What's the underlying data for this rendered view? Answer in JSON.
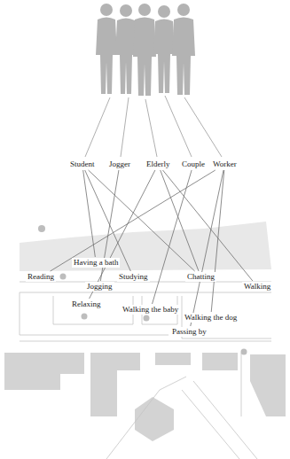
{
  "diagram": {
    "nodes": [
      {
        "text": [
          "Student"
        ]
      },
      {
        "text": [
          "Jogger"
        ]
      },
      {
        "text": [
          "Elderly"
        ]
      },
      {
        "text": [
          "Couple"
        ]
      },
      {
        "text": [
          "Worker"
        ]
      },
      {
        "text": [
          "Having a bath"
        ]
      },
      {
        "text": [
          "Reading"
        ]
      },
      {
        "text": [
          "Studying"
        ]
      },
      {
        "text": [
          "Chatting"
        ]
      },
      {
        "text": [
          "Jogging"
        ]
      },
      {
        "text": [
          "Walking"
        ]
      },
      {
        "text": [
          "Relaxing"
        ]
      },
      {
        "text": [
          "Walking the baby"
        ]
      },
      {
        "text": [
          "Walking the dog"
        ]
      },
      {
        "text": [
          "Passing by"
        ]
      }
    ],
    "edges": [
      {
        "from": 0,
        "to": 5,
        "arrow": "none"
      },
      {
        "from": 0,
        "to": 7,
        "arrow": "none"
      },
      {
        "from": 0,
        "to": 8,
        "arrow": "none"
      },
      {
        "from": 1,
        "to": 9,
        "arrow": "none"
      },
      {
        "from": 2,
        "to": 11,
        "arrow": "none"
      },
      {
        "from": 2,
        "to": 8,
        "arrow": "none"
      },
      {
        "from": 2,
        "to": 10,
        "arrow": "none"
      },
      {
        "from": 3,
        "to": 12,
        "arrow": "none"
      },
      {
        "from": 4,
        "to": 6,
        "arrow": "none"
      },
      {
        "from": 4,
        "to": 13,
        "arrow": "none"
      },
      {
        "from": 4,
        "to": 14,
        "arrow": "none"
      }
    ]
  }
}
